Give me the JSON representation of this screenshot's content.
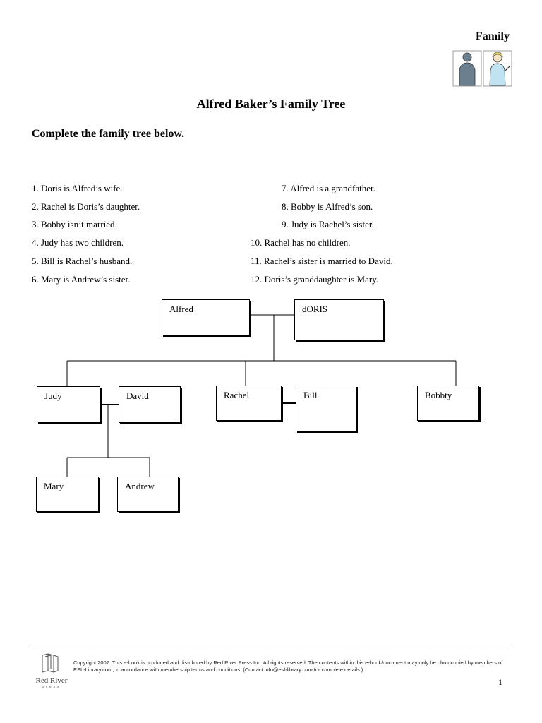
{
  "header": {
    "topic": "Family"
  },
  "title": "Alfred Baker’s Family Tree",
  "instruction": "Complete the family tree below.",
  "clues_left": [
    "1. Doris is Alfred’s wife.",
    "2. Rachel is Doris’s daughter.",
    "3. Bobby isn’t married.",
    "4. Judy has two children.",
    "5. Bill is Rachel’s husband.",
    "6. Mary is Andrew’s sister."
  ],
  "clues_right": [
    "7. Alfred is a grandfather.",
    "8. Bobby is Alfred’s son.",
    "9. Judy is Rachel’s sister.",
    "10. Rachel has no children.",
    "11. Rachel’s sister is married to David.",
    "12. Doris’s granddaughter is Mary."
  ],
  "tree": {
    "alfred": "Alfred",
    "doris": "dORIS",
    "judy": "Judy",
    "david": "David",
    "rachel": "Rachel",
    "bill": "Bill",
    "bobby": "Bobbty",
    "mary": "Mary",
    "andrew": "Andrew"
  },
  "footer": {
    "copyright": "Copyright 2007. This e-book is produced and distributed by Red River Press Inc. All rights reserved. The contents within this e-book/document may only be photocopied by members of ESL-Library.com, in accordance with membership terms and conditions.  (Contact info@esl-library.com for complete details.)",
    "publisher_name": "Red River",
    "publisher_sub": "press",
    "page_number": "1"
  }
}
